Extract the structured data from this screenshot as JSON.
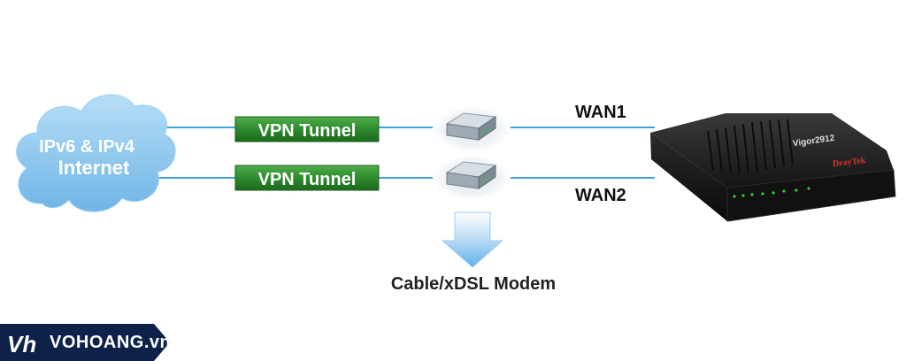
{
  "cloud": {
    "line1": "IPv6 & IPv4",
    "line2": "Internet"
  },
  "tunnels": [
    {
      "label": "VPN Tunnel"
    },
    {
      "label": "VPN Tunnel"
    }
  ],
  "wan": {
    "wan1": "WAN1",
    "wan2": "WAN2"
  },
  "modem_label": "Cable/xDSL Modem",
  "router": {
    "model": "Vigor2912",
    "brand": "DrayTek"
  },
  "watermark": {
    "text": "VOHOANG.vn",
    "logo_text": "Vh"
  },
  "colors": {
    "tunnel_green": "#2e8a2e",
    "line_blue": "#3fa3d8",
    "cloud_blue": "#8fc8ef",
    "arrow_blue": "#7ec1ee",
    "router_body": "#1c1c1c",
    "watermark_navy": "#0d2149"
  }
}
